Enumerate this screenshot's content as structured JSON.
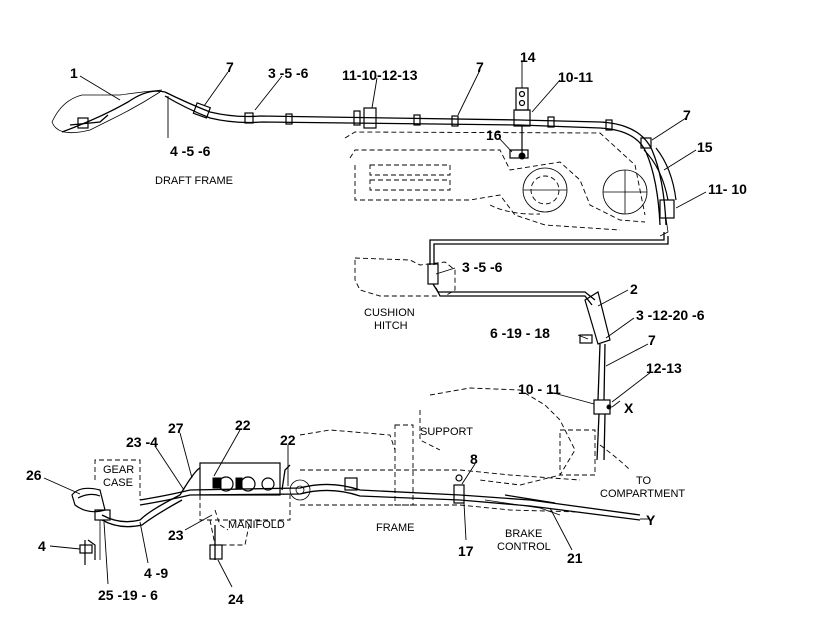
{
  "callouts": {
    "c1": "1",
    "c7a": "7",
    "c356a": "3 -5 -6",
    "c11101213": "11-10-12-13",
    "c7b": "7",
    "c14": "14",
    "c1011a": "10-11",
    "c456": "4 -5 -6",
    "c16": "16",
    "c7c": "7",
    "c15": "15",
    "c1110": "11- 10",
    "c356b": "3 -5 -6",
    "c2": "2",
    "c312206": "3 -12-20 -6",
    "c61918": "6 -19 - 18",
    "c7d": "7",
    "c1213": "12-13",
    "c1011b": "10 - 11",
    "cX": "X",
    "c27": "27",
    "c22a": "22",
    "c22b": "22",
    "c234": "23 -4",
    "c26": "26",
    "c8": "8",
    "c4": "4",
    "c23": "23",
    "c49": "4 -9",
    "c25196": "25  -19 - 6",
    "c24": "24",
    "c17": "17",
    "c21": "21",
    "cY": "Y"
  },
  "labels": {
    "draft_frame": "DRAFT FRAME",
    "cushion": "CUSHION",
    "hitch": "HITCH",
    "support": "SUPPORT",
    "gear": "GEAR",
    "case": "CASE",
    "manifold": "MANIFOLD",
    "frame": "FRAME",
    "brake": "BRAKE",
    "control": "CONTROL",
    "to": "TO",
    "compartment": "COMPARTMENT"
  }
}
